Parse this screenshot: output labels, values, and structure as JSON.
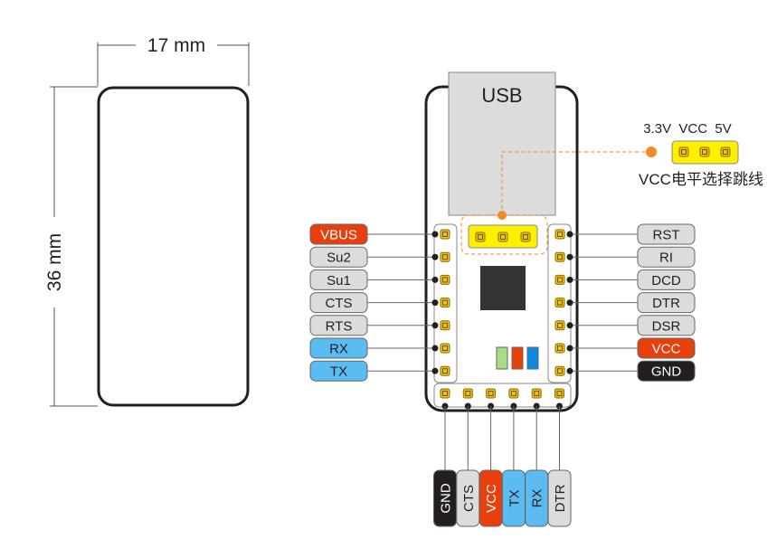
{
  "dimensions": {
    "width_label": "17 mm",
    "height_label": "36 mm"
  },
  "board": {
    "usb_label": "USB"
  },
  "jumper": {
    "options_label": "3.3V  VCC  5V",
    "caption": "VCC电平选择跳线"
  },
  "colors": {
    "red": "#e8400c",
    "blue": "#5bbcf2",
    "gray": "#dcdcdc",
    "black": "#231f20",
    "yellow": "#ffef00",
    "pad": "#f2c013",
    "orange": "#f08a24",
    "led_green": "#a9dc85",
    "led_red": "#e8400c",
    "led_blue": "#0a8ae0"
  },
  "left_pins": [
    {
      "label": "VBUS",
      "style": "red"
    },
    {
      "label": "Su2",
      "style": "gray"
    },
    {
      "label": "Su1",
      "style": "gray"
    },
    {
      "label": "CTS",
      "style": "gray"
    },
    {
      "label": "RTS",
      "style": "gray"
    },
    {
      "label": "RX",
      "style": "blue"
    },
    {
      "label": "TX",
      "style": "blue"
    }
  ],
  "right_pins": [
    {
      "label": "RST",
      "style": "gray"
    },
    {
      "label": "RI",
      "style": "gray"
    },
    {
      "label": "DCD",
      "style": "gray"
    },
    {
      "label": "DTR",
      "style": "gray"
    },
    {
      "label": "DSR",
      "style": "gray"
    },
    {
      "label": "VCC",
      "style": "red"
    },
    {
      "label": "GND",
      "style": "black"
    }
  ],
  "bottom_pins": [
    {
      "label": "GND",
      "style": "black"
    },
    {
      "label": "CTS",
      "style": "gray"
    },
    {
      "label": "VCC",
      "style": "red"
    },
    {
      "label": "TX",
      "style": "blue"
    },
    {
      "label": "RX",
      "style": "blue"
    },
    {
      "label": "DTR",
      "style": "gray"
    }
  ]
}
